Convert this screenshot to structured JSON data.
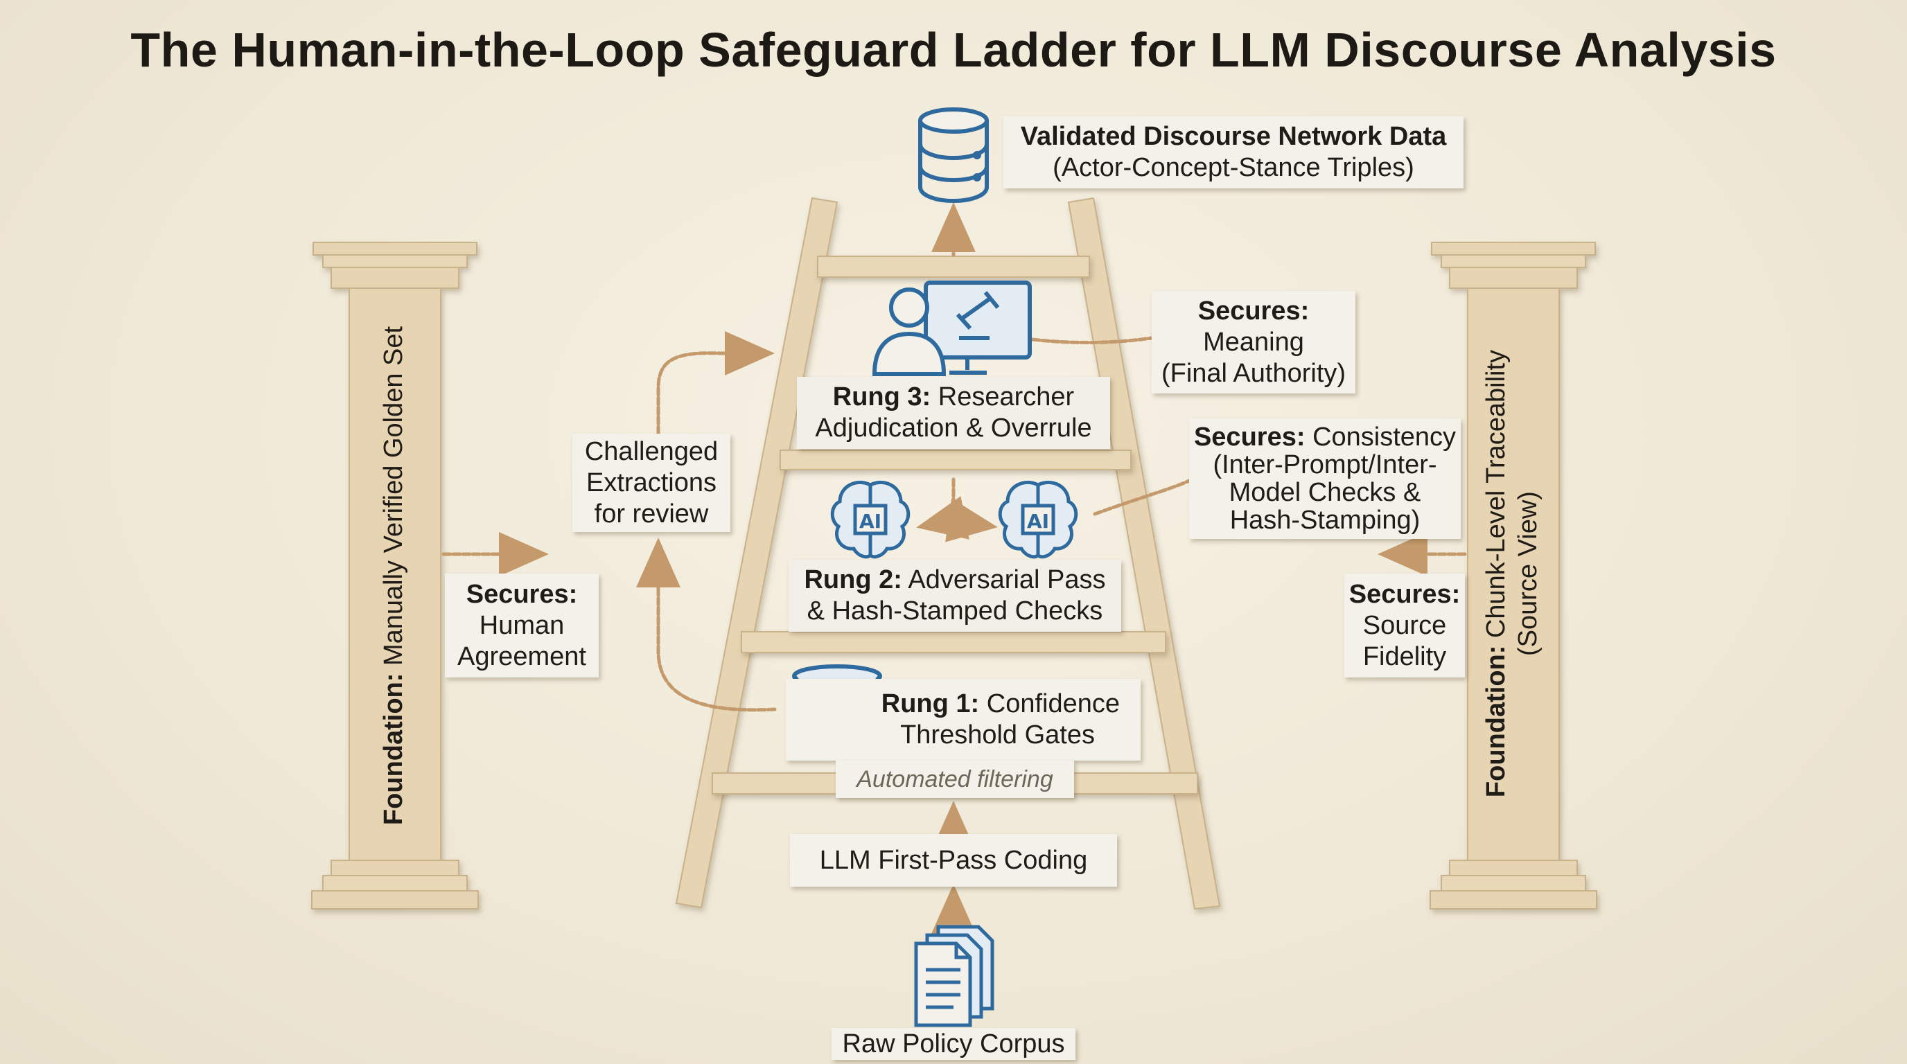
{
  "title": "The Human-in-the-Loop Safeguard Ladder for LLM Discourse Analysis",
  "output": {
    "title": "Validated Discourse Network Data",
    "subtitle": "(Actor-Concept-Stance Triples)",
    "icon": "database-icon"
  },
  "rung3": {
    "label_bold": "Rung 3:",
    "label_rest": "Researcher",
    "label_line2": "Adjudication & Overrule",
    "icon": "researcher-gavel-monitor-icon"
  },
  "rung2": {
    "label_bold": "Rung 2:",
    "label_rest": "Adversarial Pass",
    "label_line2": "& Hash-Stamped Checks",
    "icon": "ai-brain-icon",
    "ai_text": "AI"
  },
  "rung1": {
    "label_bold": "Rung 1:",
    "label_rest": "Confidence",
    "label_line2": "Threshold Gates",
    "icon": "funnel-icon",
    "caption": "Automated filtering"
  },
  "first_pass": "LLM First-Pass Coding",
  "corpus": {
    "label": "Raw Policy Corpus",
    "icon": "documents-icon"
  },
  "challenged": {
    "line1": "Challenged",
    "line2": "Extractions",
    "line3": "for review"
  },
  "secures_meaning": {
    "head": "Secures:",
    "line1": "Meaning",
    "line2": "(Final Authority)"
  },
  "secures_consistency": {
    "head": "Secures:",
    "head_rest": "Consistency",
    "line1": "(Inter-Prompt/Inter-",
    "line2": "Model Checks &",
    "line3": "Hash-Stamping)"
  },
  "secures_human": {
    "head": "Secures:",
    "line1": "Human",
    "line2": "Agreement"
  },
  "secures_source": {
    "head": "Secures:",
    "line1": "Source",
    "line2": "Fidelity"
  },
  "left_pillar": {
    "bold": "Foundation:",
    "rest": "Manually Verified Golden Set"
  },
  "right_pillar": {
    "bold": "Foundation:",
    "rest": "Chunk-Level Traceability",
    "line2": "(Source View)"
  },
  "colors": {
    "wood": "#e6d4b3",
    "wood_edge": "#c9b18a",
    "icon_blue": "#2f6a9e",
    "twine": "#c49a6c",
    "paper": "#f3f1ea"
  }
}
